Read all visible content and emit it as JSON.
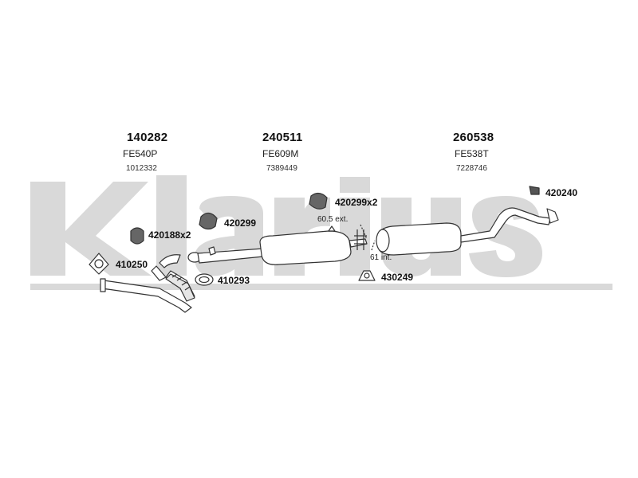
{
  "watermark": {
    "brand": "Klarius",
    "color": "#d8d8d8"
  },
  "groups": [
    {
      "id": "front-pipe",
      "part_number": "140282",
      "model_code": "FE540P",
      "oem_number": "1012332"
    },
    {
      "id": "middle-silencer",
      "part_number": "240511",
      "model_code": "FE609M",
      "oem_number": "7389449"
    },
    {
      "id": "rear-silencer",
      "part_number": "260538",
      "model_code": "FE538T",
      "oem_number": "7228746"
    }
  ],
  "parts": {
    "p420299x2": "420299x2",
    "p420299": "420299",
    "p420188x2": "420188x2",
    "p410250": "410250",
    "p410293": "410293",
    "p430249": "430249",
    "p420240": "420240"
  },
  "notes": {
    "ext": "60.5 ext.",
    "int": "61 int."
  },
  "colors": {
    "stroke": "#333333",
    "fill": "#ffffff",
    "shade": "#e6e6e6"
  }
}
